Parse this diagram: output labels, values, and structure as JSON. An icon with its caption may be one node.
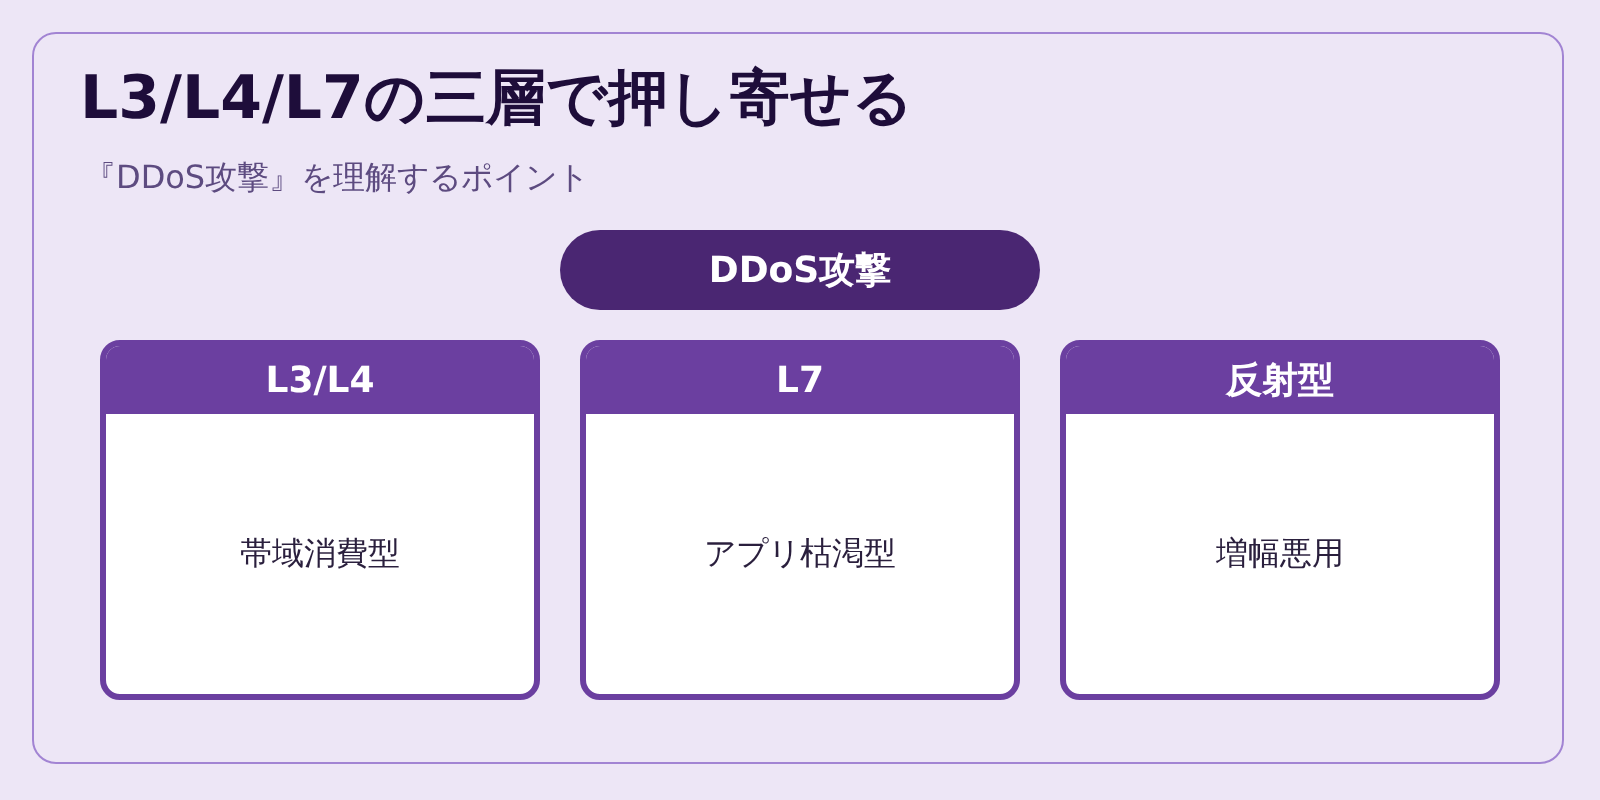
{
  "diagram": {
    "title": "L3/L4/L7の三層で押し寄せる",
    "nodes": [
      {
        "text": [
          "DDoS攻撃"
        ]
      },
      {
        "text": [
          "L3/L4",
          "帯域消費型"
        ]
      },
      {
        "text": [
          "L7",
          "アプリ枯渇型"
        ]
      },
      {
        "text": [
          "反射型",
          "増幅悪用"
        ]
      }
    ],
    "labels": [
      "『DDoS攻撃』を理解するポイント"
    ]
  }
}
